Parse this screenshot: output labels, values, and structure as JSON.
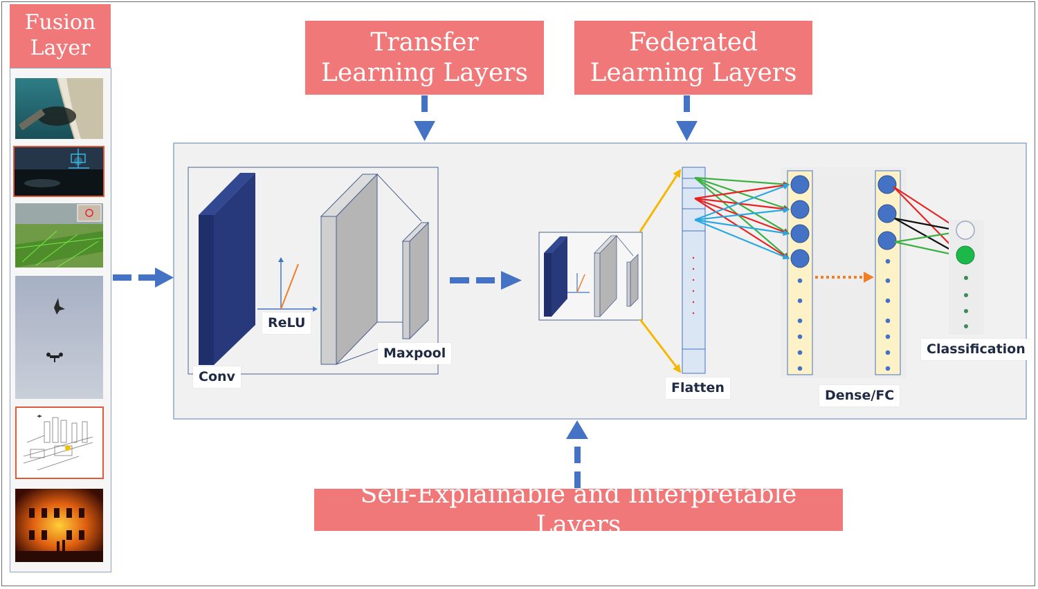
{
  "titles": {
    "fusion": "Fusion Layer",
    "transfer_learning": "Transfer Learning Layers",
    "federated_learning": "Federated Learning Layers",
    "self_explainable": "Self-Explainable and Interpretable Layers"
  },
  "labels": {
    "conv": "Conv",
    "relu": "ReLU",
    "maxpool": "Maxpool",
    "flatten": "Flatten",
    "dense": "Dense/FC",
    "classification": "Classification"
  },
  "thumbnails": [
    {
      "name": "oil-spill-aerial-thumbnail"
    },
    {
      "name": "offshore-platform-night-thumbnail"
    },
    {
      "name": "green-field-drone-thumbnail"
    },
    {
      "name": "bird-and-drone-sky-thumbnail"
    },
    {
      "name": "industrial-plant-sketch-thumbnail"
    },
    {
      "name": "building-fire-thumbnail"
    }
  ],
  "colors": {
    "title_fill": "#f07878",
    "arrow_blue": "#4472c4",
    "conv_blue": "#1f2f6b",
    "node_blue": "#4472c4",
    "dense_fill": "#fdf1c8",
    "flatten_fill": "#dbe6f4",
    "output_active": "#1db84a",
    "connection_red": "#e82020",
    "connection_green": "#3cb043",
    "connection_cyan": "#29a8e0",
    "connection_black": "#111111",
    "flatten_arrow_yellow": "#f5b800",
    "dense_arrow_orange": "#f07e26"
  }
}
